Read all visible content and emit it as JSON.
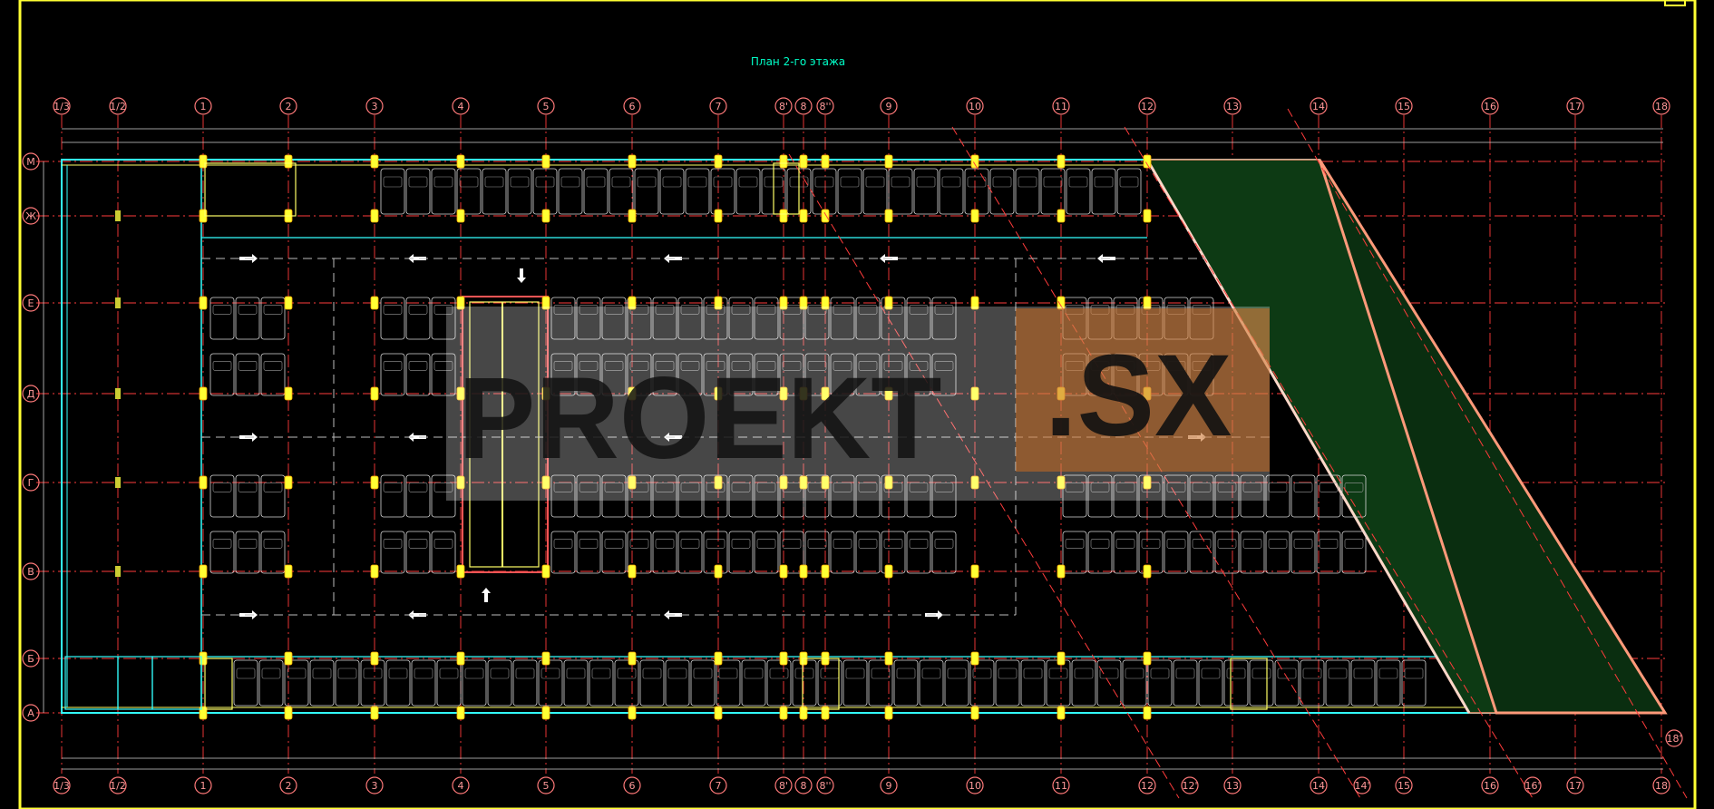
{
  "drawing": {
    "title": "План 2-го этажа",
    "columns_top": [
      "1/3",
      "1/2",
      "1",
      "2",
      "3",
      "4",
      "5",
      "6",
      "7",
      "8'",
      "8",
      "8''",
      "9",
      "10",
      "11",
      "12",
      "13",
      "14",
      "15",
      "16",
      "17",
      "18"
    ],
    "columns_bottom": [
      "1/3",
      "1/2",
      "1",
      "2",
      "3",
      "4",
      "5",
      "6",
      "7",
      "8'",
      "8",
      "8''",
      "9",
      "10",
      "11",
      "12",
      "12'",
      "13",
      "14",
      "14'",
      "15",
      "16",
      "16'",
      "17",
      "18"
    ],
    "rows": [
      "М",
      "Ж",
      "Е",
      "Д",
      "Г",
      "В",
      "Б",
      "А"
    ],
    "extra_axis": "18'",
    "watermark": {
      "main": "PROEKT",
      "suffix": ".SX"
    },
    "colors": {
      "background": "#000000",
      "frame": "#ffff33",
      "axis": "#ff3b3b",
      "walls": "#33ffff",
      "parking": "#e0e0e0",
      "ramp_fill": "#0d3a14",
      "ramp_edge": "#ff9a7a",
      "watermark_accent": "#c86a1f"
    }
  }
}
